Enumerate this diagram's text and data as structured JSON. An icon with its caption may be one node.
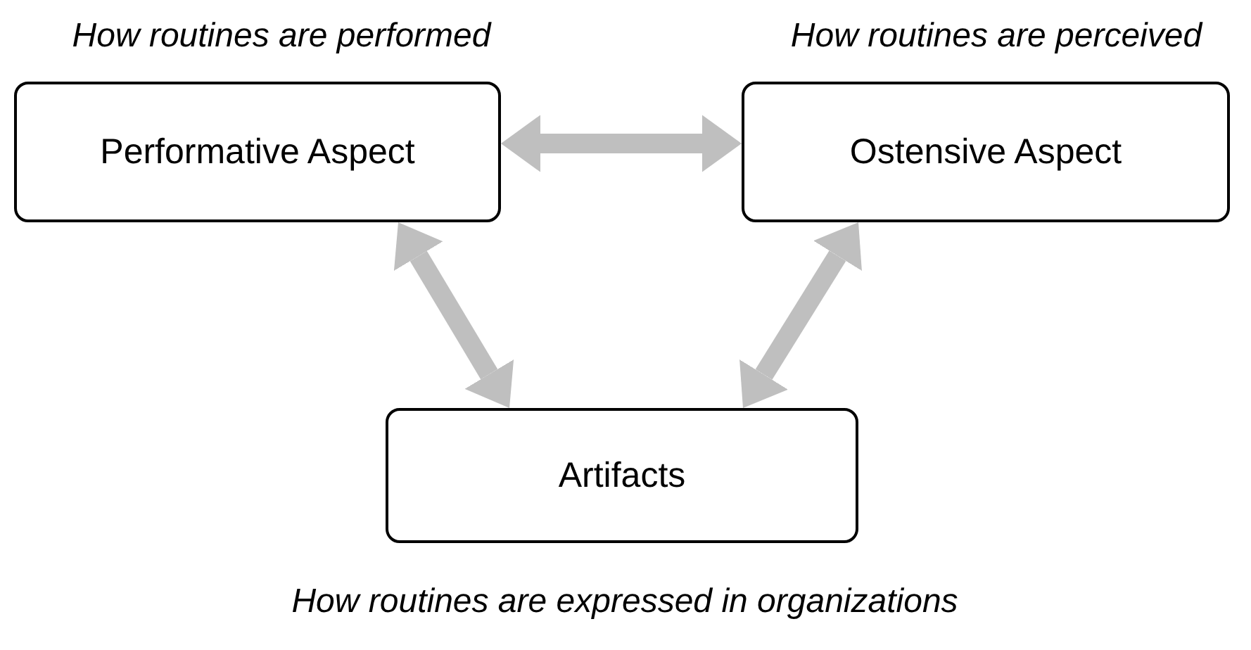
{
  "diagram": {
    "nodes": [
      {
        "text": [
          "Performative Aspect"
        ],
        "beside": [
          "How routines are performed"
        ]
      },
      {
        "text": [
          "Ostensive Aspect"
        ],
        "beside": [
          "How routines are perceived"
        ]
      },
      {
        "text": [
          "Artifacts"
        ],
        "beside": [
          "How routines are expressed in organizations"
        ]
      }
    ],
    "edges": [
      {
        "from": 0,
        "to": 1,
        "arrow": "both"
      },
      {
        "from": 0,
        "to": 2,
        "arrow": "both"
      },
      {
        "from": 1,
        "to": 2,
        "arrow": "both"
      }
    ]
  }
}
